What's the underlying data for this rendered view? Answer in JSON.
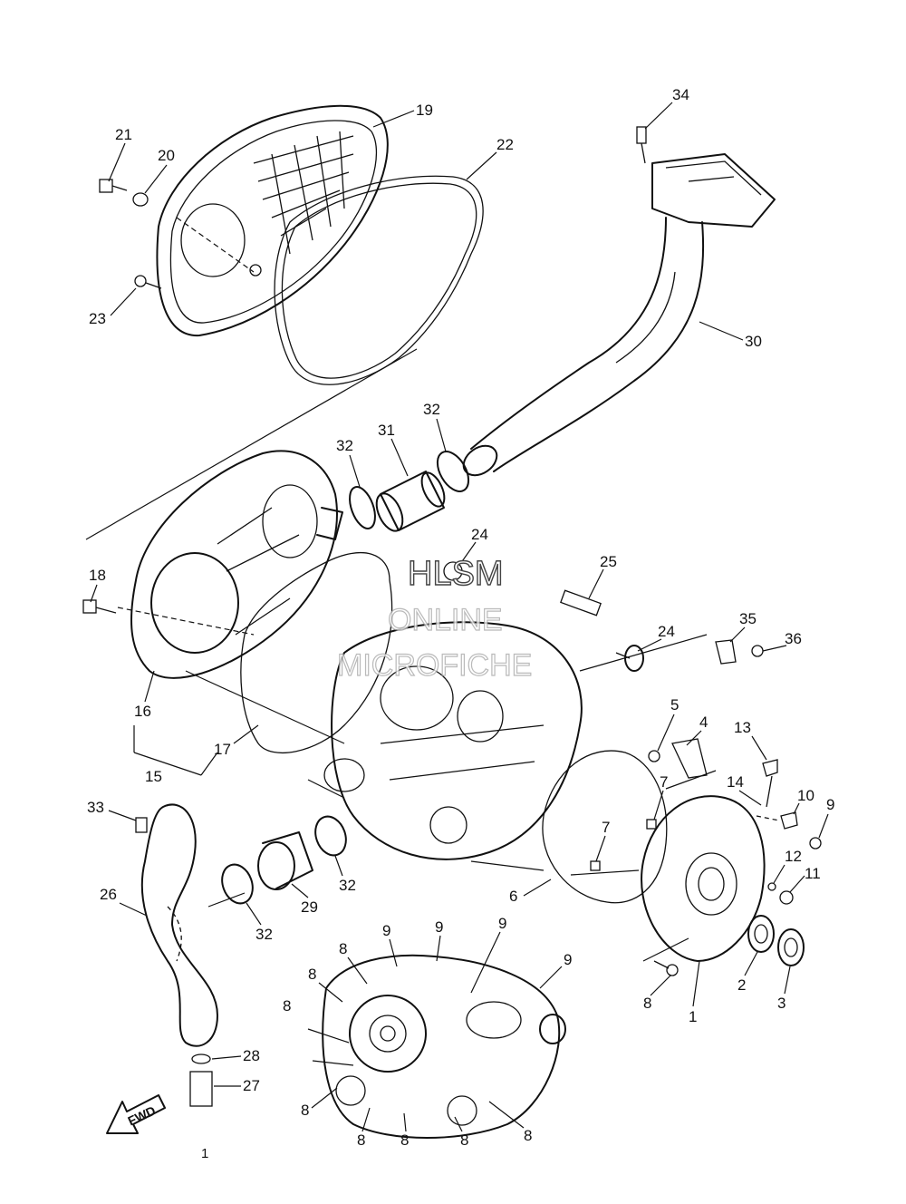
{
  "watermark": {
    "line1": "HLSM",
    "line2": "ONLINE",
    "line3": "MICROFICHE"
  },
  "fwd_label": "FWD",
  "page_number": "1",
  "callouts": {
    "c21": "21",
    "c20": "20",
    "c19": "19",
    "c22": "22",
    "c23": "23",
    "c34": "34",
    "c30": "30",
    "c32a": "32",
    "c32b": "32",
    "c31": "31",
    "c24a": "24",
    "c25": "25",
    "c18": "18",
    "c24b": "24",
    "c35": "35",
    "c36": "36",
    "c16": "16",
    "c17": "17",
    "c15": "15",
    "c5": "5",
    "c4": "4",
    "c13": "13",
    "c14": "14",
    "c10": "10",
    "c9": "9",
    "c7a": "7",
    "c7b": "7",
    "c33": "33",
    "c12": "12",
    "c11": "11",
    "c32c": "32",
    "c26": "26",
    "c6": "6",
    "c29": "29",
    "c32d": "32",
    "c9a": "9",
    "c9b": "9",
    "c9c": "9",
    "c9d": "9",
    "c8a": "8",
    "c8b": "8",
    "c8c": "8",
    "c8d": "8",
    "c8e": "8",
    "c8f": "8",
    "c8g": "8",
    "c8h": "8",
    "c8i": "8",
    "c2": "2",
    "c3": "3",
    "c1": "1",
    "c28": "28",
    "c27": "27"
  }
}
